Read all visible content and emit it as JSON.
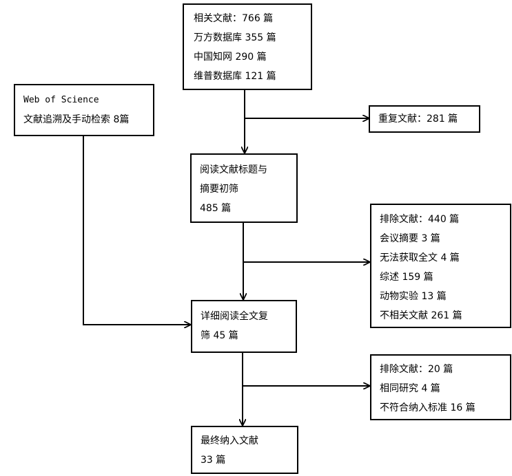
{
  "boxes": {
    "sources": [
      "相关文献：766 篇",
      "万方数据库 355 篇",
      "中国知网 290 篇",
      "维普数据库 121 篇"
    ],
    "web_of_science": [
      "Web of Science",
      "文献追溯及手动检索 8篇"
    ],
    "duplicates": [
      "重复文献：281 篇"
    ],
    "screening": [
      "阅读文献标题与",
      "摘要初筛",
      "485 篇"
    ],
    "excluded_1": [
      "排除文献：440 篇",
      "会议摘要 3 篇",
      "无法获取全文 4 篇",
      "综述 159 篇",
      "动物实验 13 篇",
      "不相关文献 261 篇"
    ],
    "full_text": [
      "详细阅读全文复",
      "筛 45 篇"
    ],
    "excluded_2": [
      "排除文献：20 篇",
      "相同研究 4 篇",
      "不符合纳入标准 16 篇"
    ],
    "included": [
      "最终纳入文献",
      "33 篇"
    ]
  }
}
